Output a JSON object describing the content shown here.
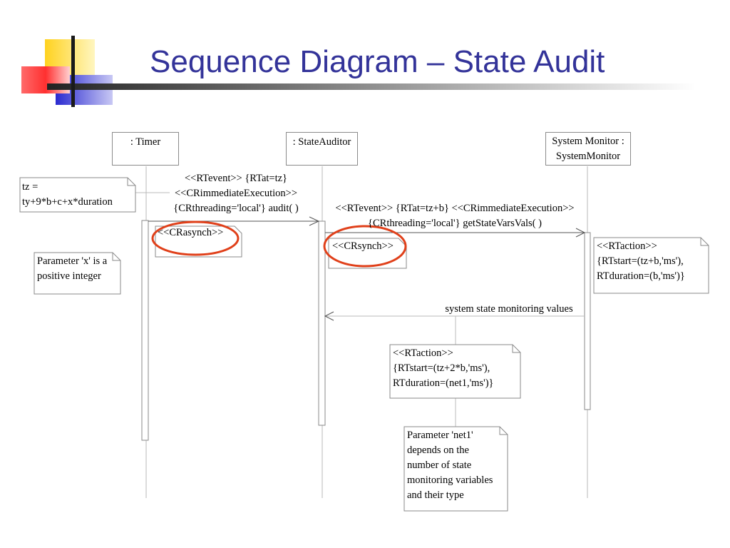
{
  "slide": {
    "title": "Sequence Diagram – State Audit"
  },
  "lifelines": {
    "timer": ": Timer",
    "auditor": ": StateAuditor",
    "monitor_line1": "System Monitor :",
    "monitor_line2": "SystemMonitor"
  },
  "messages": {
    "audit": {
      "line1": "<<RTevent>> {RTat=tz}",
      "line2": "<<CRimmediateExecution>>",
      "line3": "{CRthreading='local'} audit( )"
    },
    "get_state": {
      "line1": "<<RTevent>> {RTat=tz+b} <<CRimmediateExecution>>",
      "line2": "{CRthreading='local'} getStateVarsVals( )"
    },
    "return_values": "system state monitoring values"
  },
  "stereotypes": {
    "asynch": "<<CRasynch>>",
    "synch": "<<CRsynch>>"
  },
  "notes": {
    "tz": {
      "line1": "tz =",
      "line2": "ty+9*b+c+x*duration"
    },
    "param_x": {
      "line1": "Parameter 'x' is a",
      "line2": "positive integer"
    },
    "monitor_action": {
      "line1": "<<RTaction>>",
      "line2": "{RTstart=(tz+b,'ms'),",
      "line3": "RTduration=(b,'ms')}"
    },
    "auditor_action": {
      "line1": "<<RTaction>>",
      "line2": "{RTstart=(tz+2*b,'ms'),",
      "line3": "RTduration=(net1,'ms')}"
    },
    "param_net1": {
      "line1": "Parameter 'net1'",
      "line2": "depends on the",
      "line3": "number of state",
      "line4": "monitoring variables",
      "line5": "and their type"
    }
  },
  "colors": {
    "title": "#333399",
    "highlight_circle": "#e0401a",
    "logo_yellow": "#ffd21f",
    "logo_red": "#ff3b3b",
    "logo_blue": "#3a3ad6"
  }
}
